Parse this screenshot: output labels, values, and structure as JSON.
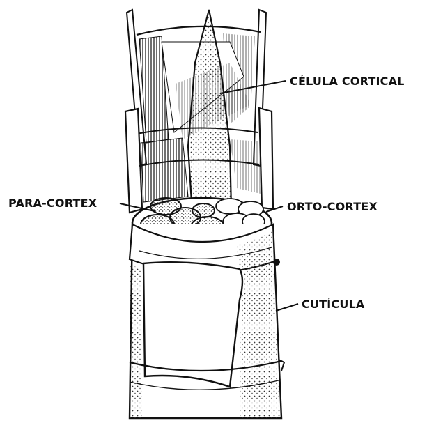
{
  "diagram": {
    "labels": {
      "celula_cortical": "CÉLULA CORTICAL",
      "para_cortex": "PARA-CORTEX",
      "orto_cortex": "ORTO-CORTEX",
      "cuticula": "CUTÍCULA"
    },
    "colors": {
      "ink": "#111111",
      "paper": "#ffffff",
      "stipple": "#333333",
      "shade": "#555555"
    }
  }
}
